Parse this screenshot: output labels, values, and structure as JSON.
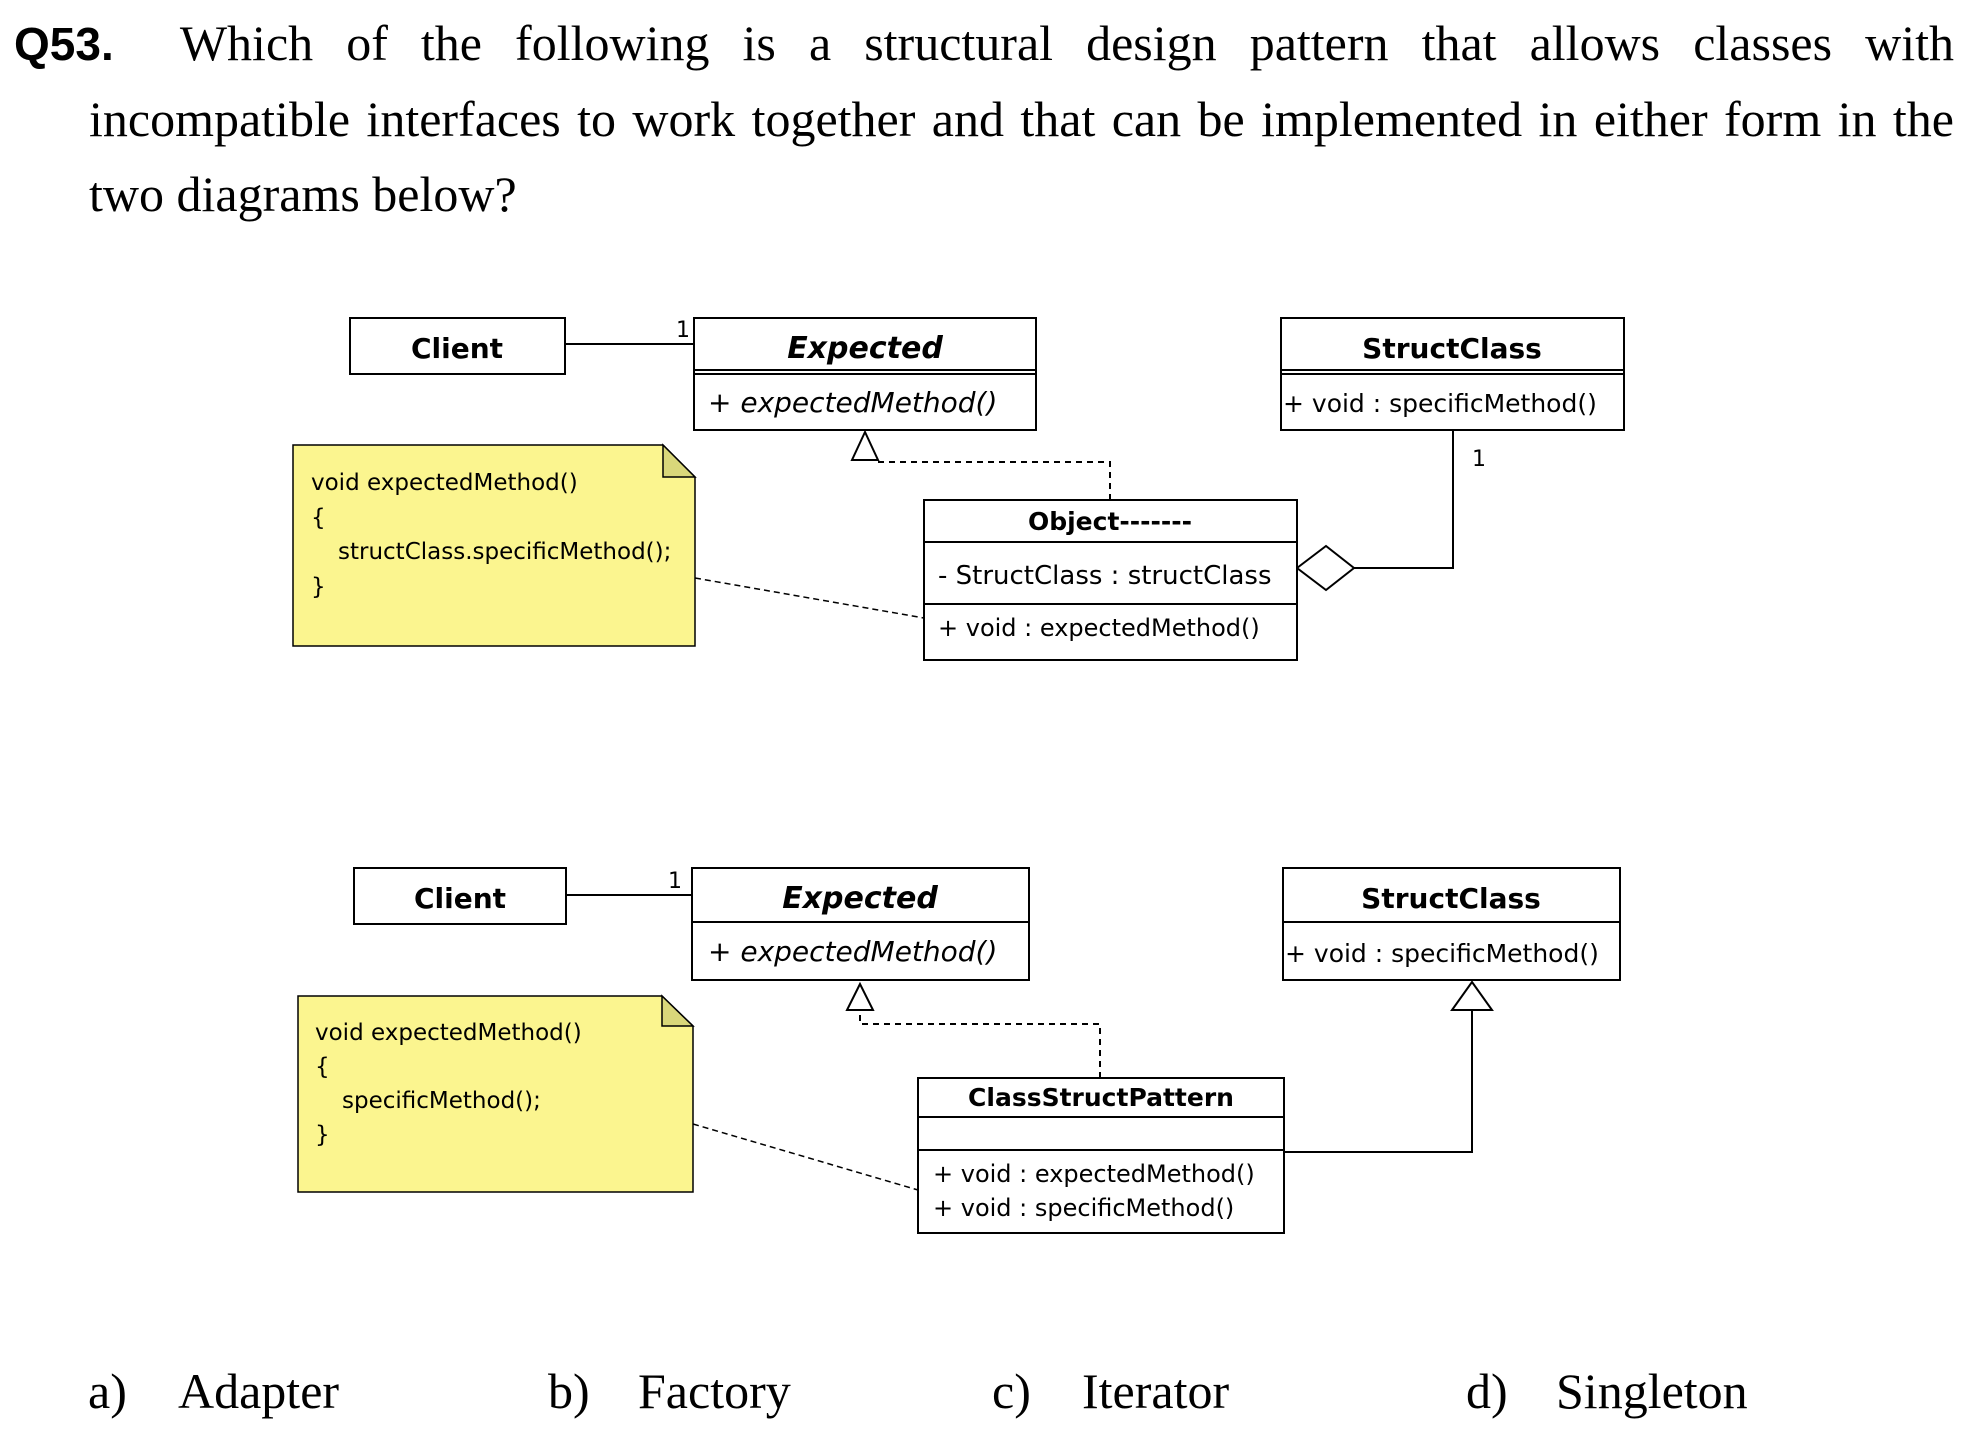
{
  "question": {
    "number": "Q53.",
    "line1": "Which of the following is a structural design pattern that allows classes with",
    "line2": "incompatible interfaces to work together and that can be implemented in either form in the",
    "line3": "two diagrams below?"
  },
  "diagram1": {
    "client": "Client",
    "multiplicity_expected": "1",
    "expected_title": "Expected",
    "expected_method": "+ expectedMethod()",
    "structclass_title": "StructClass",
    "structclass_method": "+ void : specificMethod()",
    "multiplicity_struct": "1",
    "note_lines": [
      "void expectedMethod()",
      "{",
      "structClass.specificMethod();",
      "}"
    ],
    "object_title": "Object-------",
    "object_attr": "- StructClass : structClass",
    "object_method": "+ void : expectedMethod()"
  },
  "diagram2": {
    "client": "Client",
    "multiplicity_expected": "1",
    "expected_title": "Expected",
    "expected_method": "+ expectedMethod()",
    "structclass_title": "StructClass",
    "structclass_method": "+ void : specificMethod()",
    "note_lines": [
      "void expectedMethod()",
      "{",
      "specificMethod();",
      "}"
    ],
    "pattern_title": "ClassStructPattern",
    "pattern_method1": "+ void : expectedMethod()",
    "pattern_method2": "+ void : specificMethod()"
  },
  "options": [
    {
      "letter": "a)",
      "text": "Adapter"
    },
    {
      "letter": "b)",
      "text": "Factory"
    },
    {
      "letter": "c)",
      "text": "Iterator"
    },
    {
      "letter": "d)",
      "text": "Singleton"
    }
  ],
  "colors": {
    "note_fill": "#fbf58f",
    "note_fold": "#d9d77a",
    "line": "#000000"
  }
}
